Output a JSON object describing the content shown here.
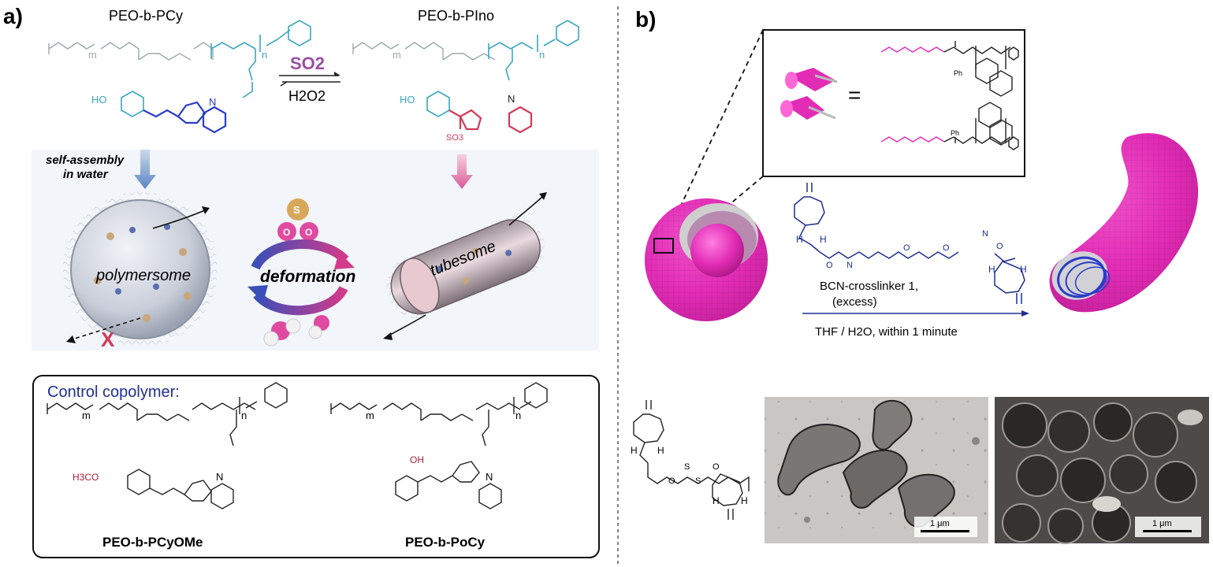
{
  "panel_a": {
    "label": "a)",
    "left_polymer": "PEO-b-PCy",
    "right_polymer": "PEO-b-PIno",
    "reagent_forward": "SO2",
    "reagent_reverse": "H2O2",
    "self_assembly": "self-assembly",
    "in_water": "in water",
    "deformation": "deformation",
    "polymersome": "polymersome",
    "tubesome": "tubesome",
    "x_mark": "X",
    "control_title": "Control copolymer:",
    "control_left_name": "PEO-b-PCyOMe",
    "control_right_name": "PEO-b-PoCy",
    "label_m": "m",
    "label_n": "n",
    "label_ho": "HO",
    "label_oh": "OH",
    "label_h3co": "H3CO",
    "label_so3": "SO3",
    "label_n_atom": "N",
    "label_s": "S",
    "label_o": "O"
  },
  "panel_b": {
    "label": "b)",
    "equals": "=",
    "crosslinker": "BCN-crosslinker 1,",
    "excess": "(excess)",
    "conditions": "THF / H2O, within 1 minute",
    "scale_left": "1 μm",
    "scale_right": "1 μm",
    "label_h": "H",
    "label_n": "N",
    "label_o": "O",
    "label_s": "S"
  },
  "colors": {
    "polymer_cyan": "#3aa6bf",
    "cyanine_blue": "#2a3cc9",
    "indoline_red": "#d23a5a",
    "so2_purple": "#9a4fa3",
    "sphere_pink": "#e22cb6",
    "control_title_blue": "#1f2f8f",
    "methoxy_red": "#b0203a"
  }
}
